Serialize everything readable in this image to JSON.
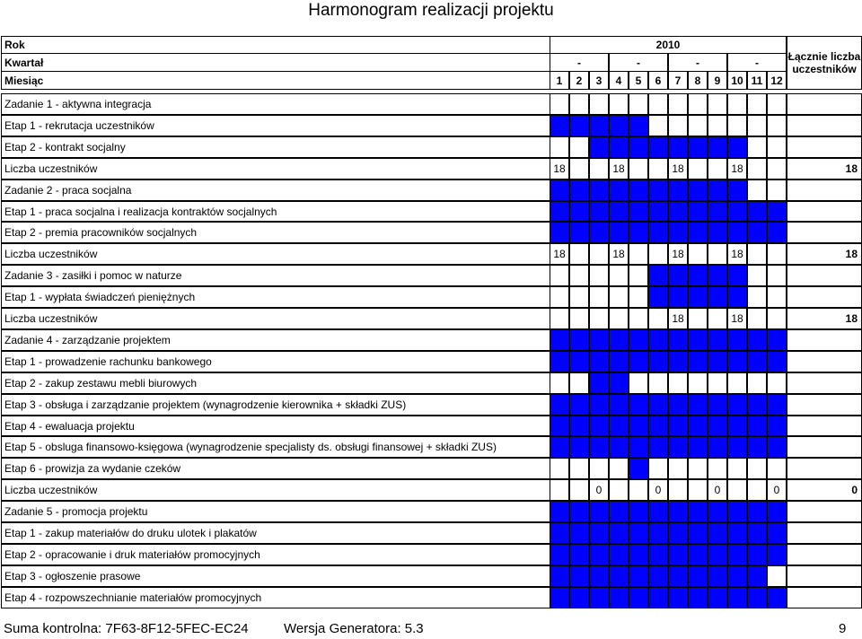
{
  "title": "Harmonogram realizacji projektu",
  "header": {
    "rok_label": "Rok",
    "rok_value": "2010",
    "kwartal_label": "Kwartał",
    "kwartal_values": [
      "-",
      "-",
      "-",
      "-"
    ],
    "miesiac_label": "Miesiąc",
    "months": [
      "1",
      "2",
      "3",
      "4",
      "5",
      "6",
      "7",
      "8",
      "9",
      "10",
      "11",
      "12"
    ],
    "total_label": "Łącznie liczba uczestników"
  },
  "colors": {
    "active": "#0000ff",
    "inactive": "#ffffff",
    "border": "#000000"
  },
  "rows": [
    {
      "label": "Zadanie 1 - aktywna integracja",
      "type": "task",
      "active": []
    },
    {
      "label": "Etap 1 - rekrutacja uczestników",
      "type": "stage",
      "active": [
        1,
        2,
        3,
        4,
        5
      ]
    },
    {
      "label": "Etap 2 - kontrakt socjalny",
      "type": "stage",
      "active": [
        3,
        4,
        5,
        6,
        7,
        8,
        9,
        10
      ]
    },
    {
      "label": "Liczba uczestników",
      "type": "count",
      "values": [
        "18",
        "",
        "",
        "18",
        "",
        "",
        "18",
        "",
        "",
        "18",
        "",
        ""
      ],
      "total": "18"
    },
    {
      "label": "Zadanie 2 - praca socjalna",
      "type": "task",
      "active": [
        1,
        2,
        3,
        4,
        5,
        6,
        7,
        8,
        9,
        10
      ]
    },
    {
      "label": "Etap 1 - praca socjalna i realizacja kontraktów socjalnych",
      "type": "stage",
      "active": [
        1,
        2,
        3,
        4,
        5,
        6,
        7,
        8,
        9,
        10,
        11,
        12
      ]
    },
    {
      "label": "Etap 2 - premia pracowników socjalnych",
      "type": "stage",
      "active": [
        1,
        2,
        3,
        4,
        5,
        6,
        7,
        8,
        9,
        10,
        11,
        12
      ]
    },
    {
      "label": "Liczba uczestników",
      "type": "count",
      "values": [
        "18",
        "",
        "",
        "18",
        "",
        "",
        "18",
        "",
        "",
        "18",
        "",
        ""
      ],
      "total": "18"
    },
    {
      "label": "Zadanie 3 - zasiłki i pomoc w naturze",
      "type": "task",
      "active": [
        6,
        7,
        8,
        9,
        10
      ]
    },
    {
      "label": "Etap 1 - wypłata świadczeń pieniężnych",
      "type": "stage",
      "active": [
        6,
        7,
        8,
        9,
        10
      ]
    },
    {
      "label": "Liczba uczestników",
      "type": "count",
      "values": [
        "",
        "",
        "",
        "",
        "",
        "",
        "18",
        "",
        "",
        "18",
        "",
        ""
      ],
      "total": "18"
    },
    {
      "label": "Zadanie 4 - zarządzanie projektem",
      "type": "task",
      "active": [
        1,
        2,
        3,
        4,
        5,
        6,
        7,
        8,
        9,
        10,
        11,
        12
      ]
    },
    {
      "label": "Etap 1 - prowadzenie rachunku bankowego",
      "type": "stage",
      "active": [
        1,
        2,
        3,
        4,
        5,
        6,
        7,
        8,
        9,
        10,
        11,
        12
      ]
    },
    {
      "label": "Etap 2 - zakup zestawu mebli biurowych",
      "type": "stage",
      "active": [
        3,
        4
      ]
    },
    {
      "label": "Etap 3 - obsługa i zarządzanie projektem (wynagrodzenie kierownika + składki ZUS)",
      "type": "stage",
      "active": [
        1,
        2,
        3,
        4,
        5,
        6,
        7,
        8,
        9,
        10,
        11,
        12
      ]
    },
    {
      "label": "Etap 4 - ewaluacja projektu",
      "type": "stage",
      "active": [
        1,
        2,
        3,
        4,
        5,
        6,
        7,
        8,
        9,
        10,
        11,
        12
      ]
    },
    {
      "label": "Etap 5 - obsluga finansowo-księgowa (wynagrodzenie specjalisty ds. obsługi finansowej + składki ZUS)",
      "type": "stage",
      "active": [
        1,
        2,
        3,
        4,
        5,
        6,
        7,
        8,
        9,
        10,
        11,
        12
      ]
    },
    {
      "label": "Etap 6 - prowizja za wydanie czeków",
      "type": "stage",
      "active": [
        5
      ]
    },
    {
      "label": "Liczba uczestników",
      "type": "count",
      "values": [
        "",
        "",
        "0",
        "",
        "",
        "0",
        "",
        "",
        "0",
        "",
        "",
        "0"
      ],
      "total": "0"
    },
    {
      "label": "Zadanie 5 - promocja projektu",
      "type": "task",
      "active": [
        1,
        2,
        3,
        4,
        5,
        6,
        7,
        8,
        9,
        10,
        11,
        12
      ]
    },
    {
      "label": "Etap 1 - zakup materiałów do druku ulotek i plakatów",
      "type": "stage",
      "active": [
        1,
        2,
        3,
        4,
        5,
        6,
        7,
        8,
        9,
        10,
        11,
        12
      ]
    },
    {
      "label": "Etap 2 - opracowanie i druk materiałów promocyjnych",
      "type": "stage",
      "active": [
        1,
        2,
        3,
        4,
        5,
        6,
        7,
        8,
        9,
        10,
        11,
        12
      ]
    },
    {
      "label": "Etap 3 - ogłoszenie prasowe",
      "type": "stage",
      "active": [
        1,
        2,
        3,
        4,
        5,
        6,
        7,
        8,
        9,
        10,
        11
      ]
    },
    {
      "label": "Etap 4 - rozpowszechnianie materiałów promocyjnych",
      "type": "stage",
      "active": [
        1,
        2,
        3,
        4,
        5,
        6,
        7,
        8,
        9,
        10,
        11,
        12
      ]
    }
  ],
  "footer": {
    "checksum": "Suma kontrolna: 7F63-8F12-5FEC-EC24",
    "generator": "Wersja Generatora: 5.3",
    "page": "9"
  }
}
